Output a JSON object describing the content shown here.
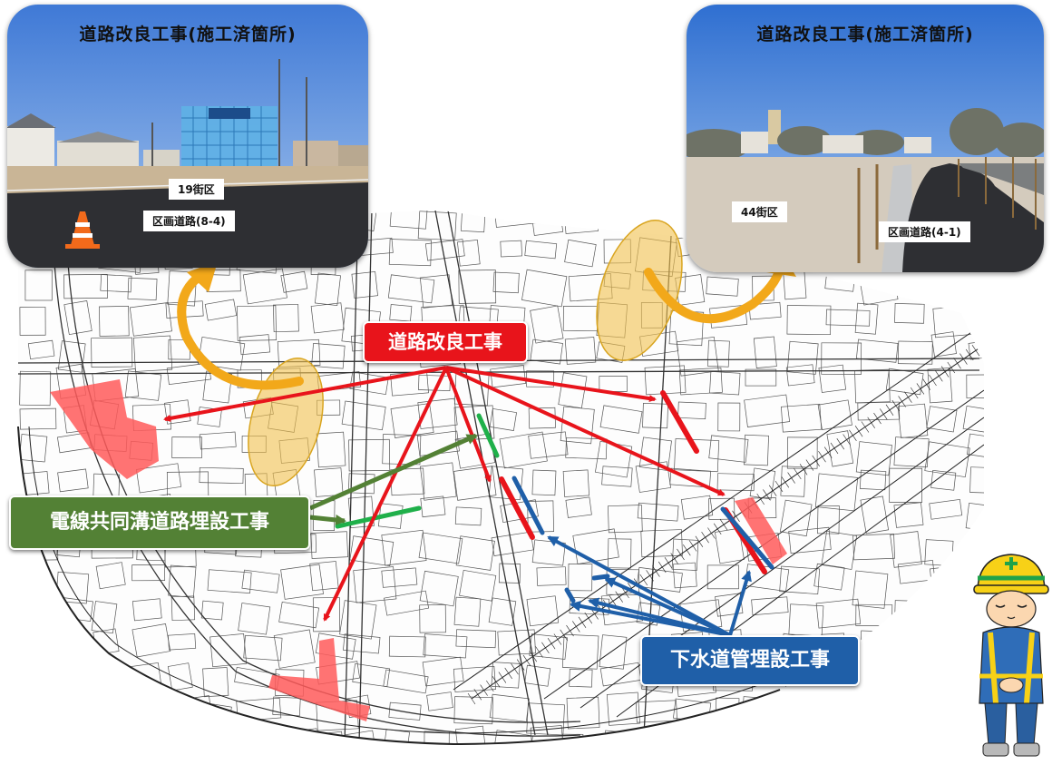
{
  "photos": [
    {
      "title": "道路改良工事(施工済箇所)",
      "block_label": "19街区",
      "road_label": "区画道路(8-4)"
    },
    {
      "title": "道路改良工事(施工済箇所)",
      "block_label": "44街区",
      "road_label": "区画道路(4-1)"
    }
  ],
  "callouts": {
    "road_improvement": "道路改良工事",
    "power_line_trench": "電線共同溝道路埋設工事",
    "sewer_pipe": "下水道管埋設工事"
  },
  "colors": {
    "road_improvement": "#e8141b",
    "power_line_trench": "#538135",
    "sewer_pipe": "#1f5fa8",
    "highlight": "#f2c14e",
    "construction_area": "#ff5a5a"
  },
  "icons": [
    "map-background",
    "construction-worker-icon",
    "traffic-cone-icon"
  ]
}
